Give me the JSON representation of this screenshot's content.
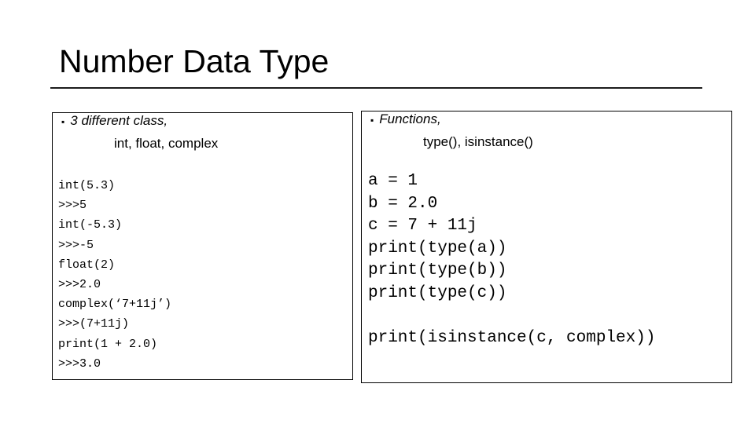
{
  "slide": {
    "title": "Number Data Type"
  },
  "left_panel": {
    "bullet": "▪",
    "heading_line1": "3 different class,",
    "heading_line2": "int, float, complex",
    "code_lines": [
      "int(5.3)",
      ">>>5",
      "int(-5.3)",
      ">>>-5",
      "float(2)",
      ">>>2.0",
      "complex(‘7+11j’)",
      ">>>(7+11j)",
      "print(1 + 2.0)",
      ">>>3.0"
    ]
  },
  "right_panel": {
    "bullet": "▪",
    "heading_line1": "Functions,",
    "heading_line2": "type(), isinstance()",
    "code_lines": [
      "a = 1",
      "b = 2.0",
      "c = 7 + 11j",
      "print(type(a))",
      "print(type(b))",
      "print(type(c))",
      "",
      "print(isinstance(c, complex))"
    ]
  },
  "colors": {
    "background": "#ffffff",
    "text": "#000000",
    "border": "#000000",
    "rule": "#1c1c1c"
  }
}
